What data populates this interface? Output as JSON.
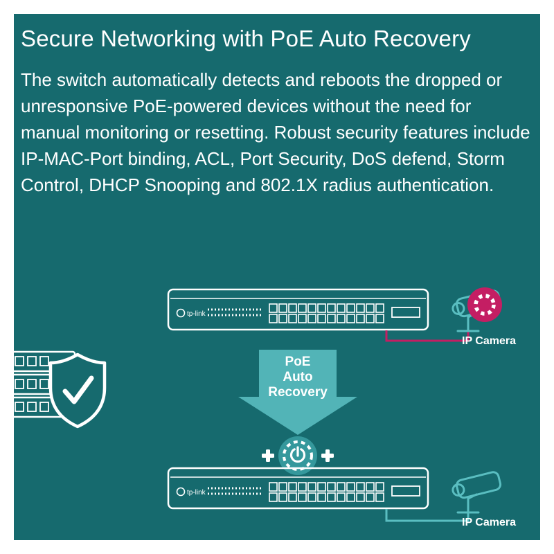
{
  "colors": {
    "background": "#166a6e",
    "arrow_teal": "#52b4b7",
    "magenta": "#c41e63",
    "line_teal": "#5abec1",
    "white": "#ffffff"
  },
  "header": {
    "title": "Secure Networking with PoE Auto Recovery"
  },
  "body_text": {
    "paragraph": "The switch automatically detects and reboots the dropped or unresponsive PoE-powered devices without the need for manual monitoring or resetting. Robust security features include IP-MAC-Port binding, ACL, Port Security, DoS defend, Storm Control, DHCP Snooping and 802.1X radius authentication."
  },
  "diagram": {
    "arrow_label": {
      "line1": "PoE",
      "line2": "Auto",
      "line3": "Recovery"
    },
    "top_camera_label": "IP Camera",
    "bottom_camera_label": "IP Camera",
    "switch_brand": "tp-link"
  }
}
